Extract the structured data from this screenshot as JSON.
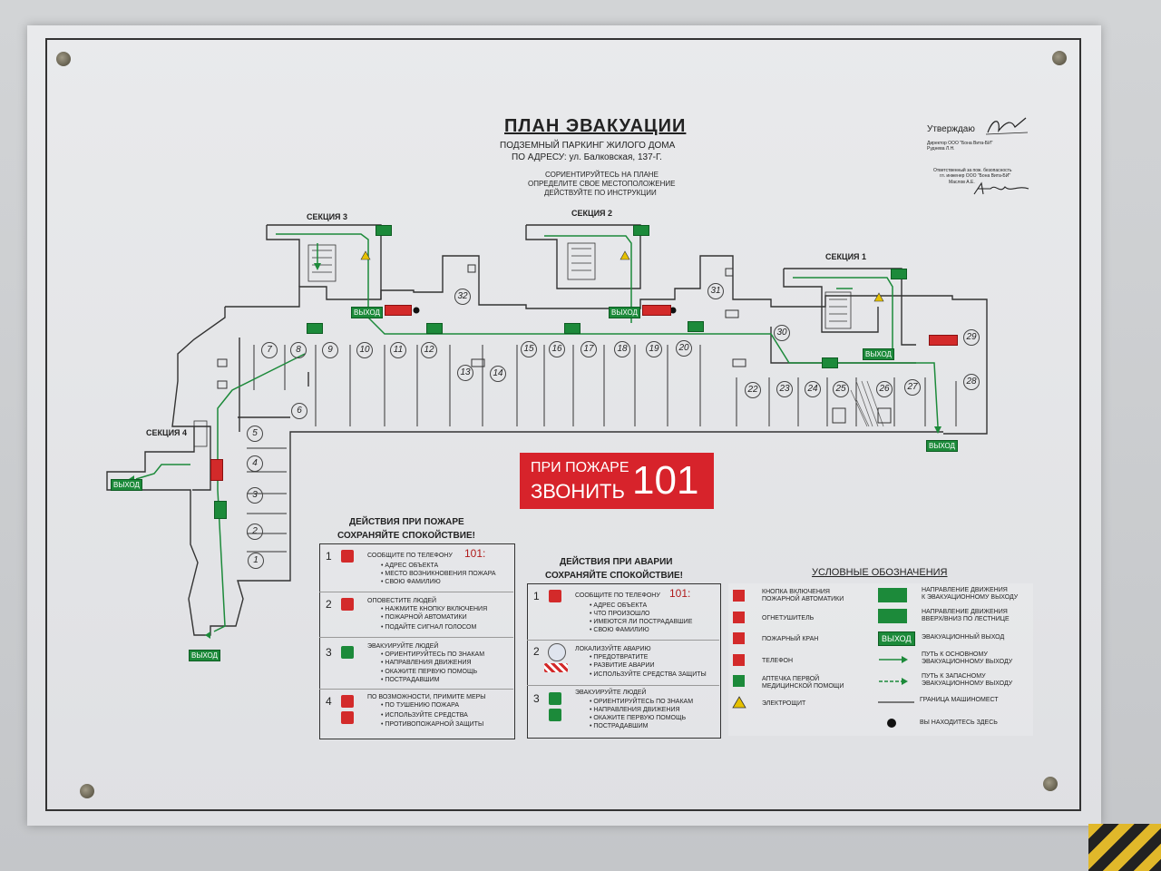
{
  "plan": {
    "title": "ПЛАН ЭВАКУАЦИИ",
    "subtitle1": "ПОДЗЕМНЫЙ ПАРКИНГ ЖИЛОГО ДОМА",
    "subtitle2": "ПО АДРЕСУ: ул. Балковская, 137-Г.",
    "instr1": "СОРИЕНТИРУЙТЕСЬ НА ПЛАНЕ",
    "instr2": "ОПРЕДЕЛИТЕ СВОЕ МЕСТОПОЛОЖЕНИЕ",
    "instr3": "ДЕЙСТВУЙТЕ ПО ИНСТРУКЦИИ"
  },
  "approval": {
    "label": "Утверждаю",
    "director1": "Директор ООО \"Бона Вита-БИ\"",
    "director2": "Руднева Л.Н.",
    "resp1": "Ответственный за пож. безопасность",
    "resp2": "гл. инженер ООО \"Бона Вита-БИ\"",
    "resp3": "Маслов А.Е."
  },
  "sections": [
    "СЕКЦИЯ 3",
    "СЕКЦИЯ 2",
    "СЕКЦИЯ 1",
    "СЕКЦИЯ 4"
  ],
  "exit_label": "ВЫХОД",
  "spots": [
    "1",
    "2",
    "3",
    "4",
    "5",
    "6",
    "7",
    "8",
    "9",
    "10",
    "11",
    "12",
    "13",
    "14",
    "15",
    "16",
    "17",
    "18",
    "19",
    "20",
    "22",
    "23",
    "24",
    "25",
    "26",
    "27",
    "28",
    "29",
    "30",
    "31",
    "32"
  ],
  "fire_banner": {
    "line1": "ПРИ ПОЖАРЕ",
    "line2": "ЗВОНИТЬ",
    "number": "101"
  },
  "fire_actions": {
    "heading1": "ДЕЙСТВИЯ ПРИ ПОЖАРЕ",
    "heading2": "СОХРАНЯЙТЕ СПОКОЙСТВИЕ!",
    "steps": [
      {
        "n": "1",
        "title": "СООБЩИТЕ ПО ТЕЛЕФОНУ",
        "num": "101:",
        "items": [
          "АДРЕС ОБЪЕКТА",
          "МЕСТО ВОЗНИКНОВЕНИЯ ПОЖАРА",
          "СВОЮ ФАМИЛИЮ"
        ]
      },
      {
        "n": "2",
        "title": "ОПОВЕСТИТЕ ЛЮДЕЙ",
        "num": "",
        "items": [
          "НАЖМИТЕ КНОПКУ ВКЛЮЧЕНИЯ",
          "ПОЖАРНОЙ АВТОМАТИКИ",
          "ПОДАЙТЕ СИГНАЛ ГОЛОСОМ"
        ]
      },
      {
        "n": "3",
        "title": "ЭВАКУИРУЙТЕ ЛЮДЕЙ",
        "num": "",
        "items": [
          "ОРИЕНТИРУЙТЕСЬ ПО ЗНАКАМ",
          "НАПРАВЛЕНИЯ ДВИЖЕНИЯ",
          "ОКАЖИТЕ ПЕРВУЮ ПОМОЩЬ",
          "ПОСТРАДАВШИМ"
        ]
      },
      {
        "n": "4",
        "title": "ПО ВОЗМОЖНОСТИ, ПРИМИТЕ МЕРЫ",
        "num": "",
        "items": [
          "ПО ТУШЕНИЮ ПОЖАРА",
          "ИСПОЛЬЗУЙТЕ СРЕДСТВА",
          "ПРОТИВОПОЖАРНОЙ ЗАЩИТЫ"
        ]
      }
    ]
  },
  "accident_actions": {
    "heading1": "ДЕЙСТВИЯ ПРИ АВАРИИ",
    "heading2": "СОХРАНЯЙТЕ СПОКОЙСТВИЕ!",
    "steps": [
      {
        "n": "1",
        "title": "СООБЩИТЕ ПО ТЕЛЕФОНУ",
        "num": "101:",
        "items": [
          "АДРЕС ОБЪЕКТА",
          "ЧТО ПРОИЗОШЛО",
          "ИМЕЮТСЯ ЛИ ПОСТРАДАВШИЕ",
          "СВОЮ ФАМИЛИЮ"
        ]
      },
      {
        "n": "2",
        "title": "ЛОКАЛИЗУЙТЕ АВАРИЮ",
        "num": "",
        "items": [
          "ПРЕДОТВРАТИТЕ",
          "РАЗВИТИЕ АВАРИИ",
          "ИСПОЛЬЗУЙТЕ СРЕДСТВА ЗАЩИТЫ"
        ]
      },
      {
        "n": "3",
        "title": "ЭВАКУИРУЙТЕ ЛЮДЕЙ",
        "num": "",
        "items": [
          "ОРИЕНТИРУЙТЕСЬ ПО ЗНАКАМ",
          "НАПРАВЛЕНИЯ ДВИЖЕНИЯ",
          "ОКАЖИТЕ ПЕРВУЮ ПОМОЩЬ",
          "ПОСТРАДАВШИМ"
        ]
      }
    ]
  },
  "legend": {
    "title": "УСЛОВНЫЕ ОБОЗНАЧЕНИЯ",
    "left": [
      {
        "icon": "fire-alarm-button-icon",
        "label1": "КНОПКА ВКЛЮЧЕНИЯ",
        "label2": "ПОЖАРНОЙ АВТОМАТИКИ"
      },
      {
        "icon": "fire-extinguisher-icon",
        "label1": "ОГНЕТУШИТЕЛЬ",
        "label2": ""
      },
      {
        "icon": "fire-hydrant-icon",
        "label1": "ПОЖАРНЫЙ КРАН",
        "label2": ""
      },
      {
        "icon": "phone-icon",
        "label1": "ТЕЛЕФОН",
        "label2": ""
      },
      {
        "icon": "first-aid-icon",
        "label1": "АПТЕЧКА ПЕРВОЙ",
        "label2": "МЕДИЦИНСКОЙ ПОМОЩИ"
      },
      {
        "icon": "electrical-panel-icon",
        "label1": "ЭЛЕКТРОЩИТ",
        "label2": ""
      }
    ],
    "right": [
      {
        "icon": "exit-direction-icon",
        "label1": "НАПРАВЛЕНИЕ ДВИЖЕНИЯ",
        "label2": "К ЭВАКУАЦИОННОМУ ВЫХОДУ"
      },
      {
        "icon": "stairs-direction-icon",
        "label1": "НАПРАВЛЕНИЕ ДВИЖЕНИЯ",
        "label2": "ВВЕРХ/ВНИЗ ПО ЛЕСТНИЦЕ"
      },
      {
        "icon": "exit-sign-icon",
        "label1": "ЭВАКУАЦИОННЫЙ ВЫХОД",
        "label2": ""
      },
      {
        "icon": "main-route-arrow-icon",
        "label1": "ПУТЬ К ОСНОВНОМУ",
        "label2": "ЭВАКУАЦИОННОМУ ВЫХОДУ"
      },
      {
        "icon": "backup-route-arrow-icon",
        "label1": "ПУТЬ К ЗАПАСНОМУ",
        "label2": "ЭВАКУАЦИОННОМУ ВЫХОДУ"
      },
      {
        "icon": "parking-boundary-line-icon",
        "label1": "ГРАНИЦА МАШИНОМЕСТ",
        "label2": ""
      },
      {
        "icon": "you-are-here-dot-icon",
        "label1": "ВЫ НАХОДИТЕСЬ ЗДЕСЬ",
        "label2": ""
      }
    ]
  },
  "colors": {
    "route": "#1c8a3a",
    "alarm": "#d32a2a",
    "banner": "#d7232b"
  }
}
